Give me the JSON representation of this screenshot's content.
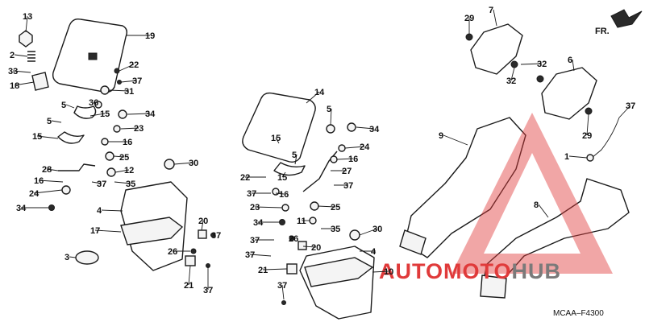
{
  "diagram": {
    "callouts": [
      {
        "id": "c13",
        "text": "13"
      },
      {
        "id": "c2",
        "text": "2"
      },
      {
        "id": "c33",
        "text": "33"
      },
      {
        "id": "c18",
        "text": "18"
      },
      {
        "id": "c19",
        "text": "19"
      },
      {
        "id": "c22a",
        "text": "22"
      },
      {
        "id": "c37a",
        "text": "37"
      },
      {
        "id": "c31",
        "text": "31"
      },
      {
        "id": "c5a",
        "text": "5"
      },
      {
        "id": "c36",
        "text": "36"
      },
      {
        "id": "c15a",
        "text": "15"
      },
      {
        "id": "c34a",
        "text": "34"
      },
      {
        "id": "c5b",
        "text": "5"
      },
      {
        "id": "c23a",
        "text": "23"
      },
      {
        "id": "c15b",
        "text": "15"
      },
      {
        "id": "c16a",
        "text": "16"
      },
      {
        "id": "c25a",
        "text": "25"
      },
      {
        "id": "c28",
        "text": "28"
      },
      {
        "id": "c12",
        "text": "12"
      },
      {
        "id": "c30a",
        "text": "30"
      },
      {
        "id": "c16b",
        "text": "16"
      },
      {
        "id": "c37b",
        "text": "37"
      },
      {
        "id": "c35a",
        "text": "35"
      },
      {
        "id": "c24a",
        "text": "24"
      },
      {
        "id": "c34b",
        "text": "34"
      },
      {
        "id": "c4a",
        "text": "4"
      },
      {
        "id": "c17",
        "text": "17"
      },
      {
        "id": "c20a",
        "text": "20"
      },
      {
        "id": "c37c",
        "text": "37"
      },
      {
        "id": "c3",
        "text": "3"
      },
      {
        "id": "c26a",
        "text": "26"
      },
      {
        "id": "c21a",
        "text": "21"
      },
      {
        "id": "c37d",
        "text": "37"
      },
      {
        "id": "c14",
        "text": "14"
      },
      {
        "id": "c5c",
        "text": "5"
      },
      {
        "id": "c34c",
        "text": "34"
      },
      {
        "id": "c15c",
        "text": "15"
      },
      {
        "id": "c24b",
        "text": "24"
      },
      {
        "id": "c5d",
        "text": "5"
      },
      {
        "id": "c16c",
        "text": "16"
      },
      {
        "id": "c22b",
        "text": "22"
      },
      {
        "id": "c15d",
        "text": "15"
      },
      {
        "id": "c27",
        "text": "27"
      },
      {
        "id": "c37e",
        "text": "37"
      },
      {
        "id": "c16d",
        "text": "16"
      },
      {
        "id": "c37f",
        "text": "37"
      },
      {
        "id": "c23b",
        "text": "23"
      },
      {
        "id": "c25b",
        "text": "25"
      },
      {
        "id": "c34d",
        "text": "34"
      },
      {
        "id": "c11",
        "text": "11"
      },
      {
        "id": "c35b",
        "text": "35"
      },
      {
        "id": "c30b",
        "text": "30"
      },
      {
        "id": "c37g",
        "text": "37"
      },
      {
        "id": "c26b",
        "text": "26"
      },
      {
        "id": "c4b",
        "text": "4"
      },
      {
        "id": "c37h",
        "text": "37"
      },
      {
        "id": "c20b",
        "text": "20"
      },
      {
        "id": "c21b",
        "text": "21"
      },
      {
        "id": "c10",
        "text": "10"
      },
      {
        "id": "c37i",
        "text": "37"
      },
      {
        "id": "c29a",
        "text": "29"
      },
      {
        "id": "c7",
        "text": "7"
      },
      {
        "id": "c32a",
        "text": "32"
      },
      {
        "id": "c32b",
        "text": "32"
      },
      {
        "id": "c6",
        "text": "6"
      },
      {
        "id": "c37j",
        "text": "37"
      },
      {
        "id": "c29b",
        "text": "29"
      },
      {
        "id": "c9",
        "text": "9"
      },
      {
        "id": "c1",
        "text": "1"
      },
      {
        "id": "c8",
        "text": "8"
      }
    ],
    "direction_label": "FR.",
    "diagram_code": "MCAA–F4300",
    "watermark": {
      "part1": "AUTOMOTO",
      "part2": "HUB"
    },
    "colors": {
      "line": "#1a1a1a",
      "watermark_red": "#e03a3a",
      "watermark_gray": "#7a7a7a"
    }
  }
}
